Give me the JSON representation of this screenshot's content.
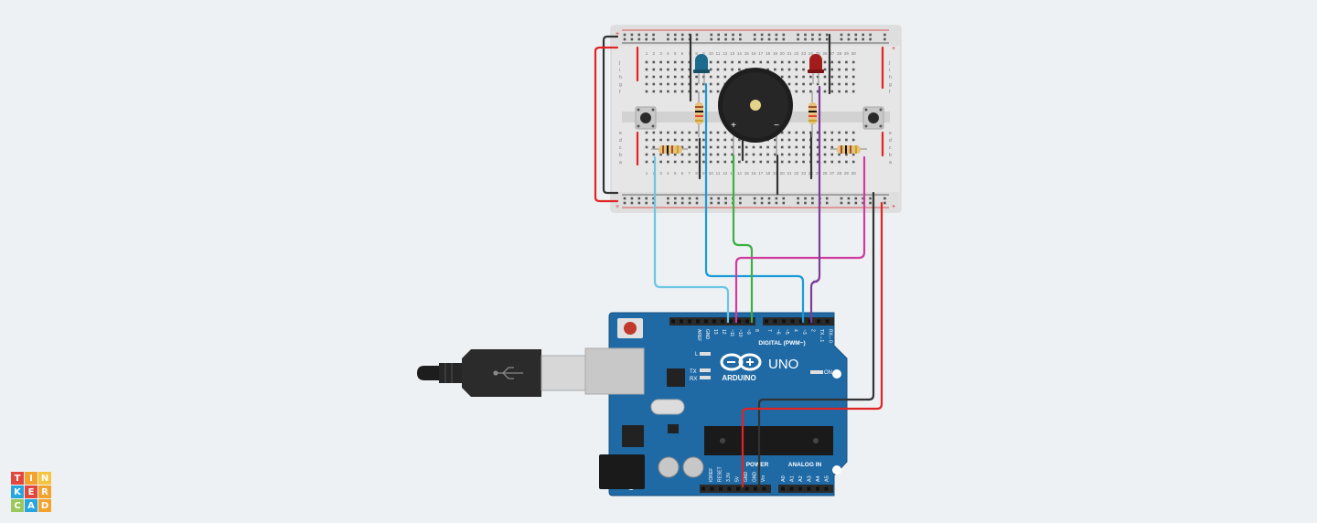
{
  "logo": {
    "letters": [
      "T",
      "I",
      "N",
      "K",
      "E",
      "R",
      "C",
      "A",
      "D"
    ],
    "colors": [
      "#e1473d",
      "#f3a22e",
      "#f7c440",
      "#27a5de",
      "#e1473d",
      "#f3a22e",
      "#9bc85a",
      "#27a5de",
      "#f3a22e"
    ]
  },
  "arduino": {
    "brand": "ARDUINO",
    "model": "UNO",
    "on_label": "ON",
    "digital_label": "DIGITAL (PWM~)",
    "power_label": "POWER",
    "analog_label": "ANALOG IN",
    "l_label": "L",
    "tx_label": "TX",
    "rx_label": "RX",
    "digital_pins": [
      "AREF",
      "GND",
      "13",
      "12",
      "~11",
      "~10",
      "~9",
      "8",
      "7",
      "~6",
      "~5",
      "4",
      "~3",
      "2",
      "TX→1",
      "RX←0"
    ],
    "power_pins": [
      "IOREF",
      "RESET",
      "3.3V",
      "5V",
      "GND",
      "GND",
      "Vin"
    ],
    "analog_pins": [
      "A0",
      "A1",
      "A2",
      "A3",
      "A4",
      "A5"
    ]
  },
  "breadboard": {
    "row_letters_top": [
      "j",
      "i",
      "h",
      "g",
      "f"
    ],
    "row_letters_bottom": [
      "e",
      "d",
      "c",
      "b",
      "a"
    ],
    "columns": [
      "1",
      "2",
      "3",
      "4",
      "5",
      "6",
      "7",
      "8",
      "9",
      "10",
      "11",
      "12",
      "13",
      "14",
      "15",
      "16",
      "17",
      "18",
      "19",
      "20",
      "21",
      "22",
      "23",
      "24",
      "25",
      "26",
      "27",
      "28",
      "29",
      "30"
    ]
  },
  "buzzer": {
    "plus": "+",
    "minus": "−"
  },
  "colors": {
    "board": "#1f6aa5",
    "wire_black": "#333333",
    "wire_red": "#e02424",
    "wire_lightblue": "#6cc6e3",
    "wire_blue": "#1b9bd6",
    "wire_green": "#3cb043",
    "wire_magenta": "#d13b9e",
    "wire_purple": "#7d3c98",
    "led_blue": "#1c6b8c",
    "led_red": "#a21c1c"
  }
}
